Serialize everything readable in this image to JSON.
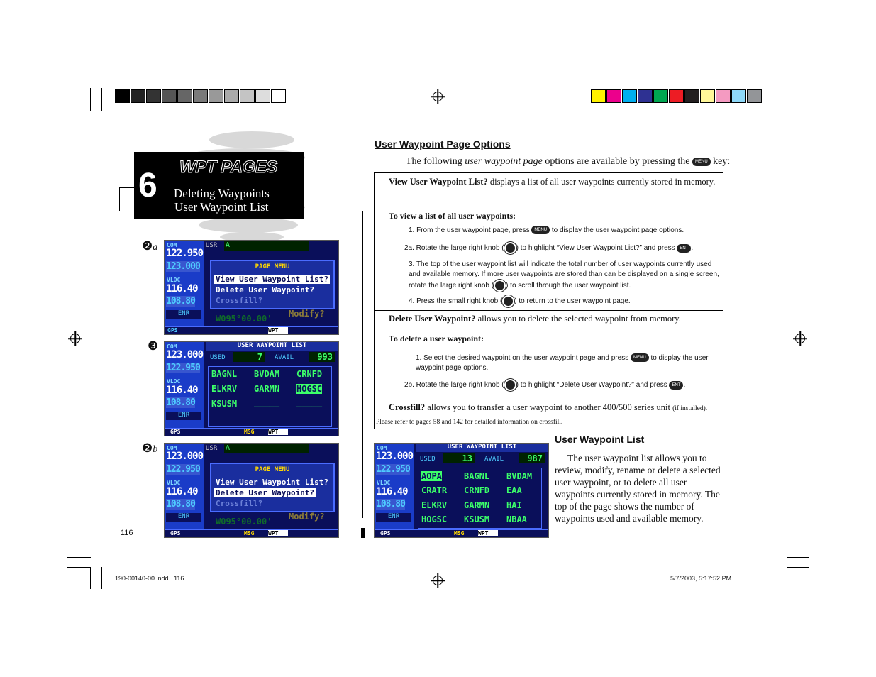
{
  "chapter": {
    "number": "6",
    "title": "WPT PAGES",
    "subtitle_1": "Deleting Waypoints",
    "subtitle_2": "User Waypoint List"
  },
  "section1": {
    "heading": "User Waypoint Page Options",
    "intro_pre": "The following ",
    "intro_em": "user waypoint page",
    "intro_post": " options are available by pressing the",
    "intro_key": "MENU",
    "intro_end": " key:",
    "opt1_title": "View User Waypoint List?",
    "opt1_text": " displays a list of all user waypoints currently stored in memory.",
    "opt1_sub": "To view a list of all user waypoints:",
    "opt1_step1_pre": "1. From the user waypoint page, press",
    "opt1_step1_post": "to display the user waypoint page options.",
    "opt1_step2_pre": "2a. Rotate the large right knob (",
    "opt1_step2_post": ") to highlight “View User Waypoint List?” and press",
    "opt1_step3": "3. The top of the user waypoint list will indicate the total number of user waypoints currently used and available memory. If more user waypoints are stored than can be displayed on a single screen, rotate the large right knob (",
    "opt1_step3_post": ") to scroll through the user waypoint list.",
    "opt1_step4_pre": "4. Press the small right knob (",
    "opt1_step4_post": ") to return to the user waypoint page.",
    "opt2_title": "Delete User Waypoint?",
    "opt2_text": " allows you to delete the selected waypoint from memory.",
    "opt2_sub": "To delete a user waypoint:",
    "opt2_step1_pre": "1. Select the desired waypoint on the user waypoint page and press",
    "opt2_step1_post": "to display the user waypoint page options.",
    "opt2_step2_pre": "2b. Rotate the large right knob (",
    "opt2_step2_post": ") to highlight “Delete User Waypoint?” and press",
    "opt3_title": "Crossfill?",
    "opt3_text": " allows you to transfer a user waypoint to another 400/500 series unit",
    "opt3_small": "(if installed). Please refer to pages 58 and 142 for detailed information on crossfill.",
    "key_menu": "MENU",
    "key_ent": "ENT"
  },
  "section2": {
    "heading": "User Waypoint List",
    "body": "The user waypoint list allows you to review, modify, rename or delete a selected user waypoint, or to delete all user waypoints currently stored in memory. The top of the page shows the number of waypoints used and available memory."
  },
  "figure_labels": {
    "fig_2a_num": "❷",
    "fig_2a_letter": "a",
    "fig_3": "❸",
    "fig_2b_num": "❷",
    "fig_2b_letter": "b"
  },
  "screens": {
    "menu_a": {
      "com": "122.950",
      "com_stby": "123.000",
      "vloc": "116.40",
      "vloc_stby": "108.80",
      "title": "PAGE MENU",
      "items": [
        "View User Waypoint List?",
        "Delete User Waypoint?",
        "Crossfill?"
      ],
      "selected": 0,
      "modify": "Modify?",
      "coord": "W095°00.00'"
    },
    "list_3": {
      "com": "123.000",
      "com_stby": "122.950",
      "vloc": "116.40",
      "vloc_stby": "108.80",
      "title": "USER WAYPOINT LIST",
      "used": "7",
      "avail": "993",
      "waypoints": [
        "BAGNL",
        "BVDAM",
        "CRNFD",
        "ELKRV",
        "GARMN",
        "HOGSC",
        "KSUSM",
        "_____",
        "_____"
      ]
    },
    "menu_b": {
      "com": "123.000",
      "com_stby": "122.950",
      "vloc": "116.40",
      "vloc_stby": "108.80",
      "title": "PAGE MENU",
      "items": [
        "View User Waypoint List?",
        "Delete User Waypoint?",
        "Crossfill?"
      ],
      "selected": 1,
      "modify": "Modify?",
      "coord": "W095°00.00'"
    },
    "list_main": {
      "com": "123.000",
      "com_stby": "122.950",
      "vloc": "116.40",
      "vloc_stby": "108.80",
      "title": "USER WAYPOINT LIST",
      "used": "13",
      "avail": "987",
      "waypoints": [
        "AOPA",
        "BAGNL",
        "BVDAM",
        "CRATR",
        "CRNFD",
        "EAA",
        "ELKRV",
        "GARMN",
        "HAI",
        "HOGSC",
        "KSUSM",
        "NBAA"
      ]
    },
    "labels": {
      "com": "COM",
      "vloc": "VLOC",
      "enr": "ENR",
      "gps": "GPS",
      "msg": "MSG",
      "wpt": "WPT",
      "usr": "USR",
      "used": "USED",
      "avail": "AVAIL",
      "usr_id": "A"
    }
  },
  "footer": {
    "page_number": "116",
    "file": "190-00140-00.indd   116",
    "timestamp": "5/7/2003, 5:17:52 PM"
  },
  "colors": {
    "screen_bg": "#0a0f5a",
    "panel_blue": "#1a3cc8",
    "green": "#3cff6a",
    "cyan": "#4ecbff",
    "amber": "#ffd800"
  }
}
